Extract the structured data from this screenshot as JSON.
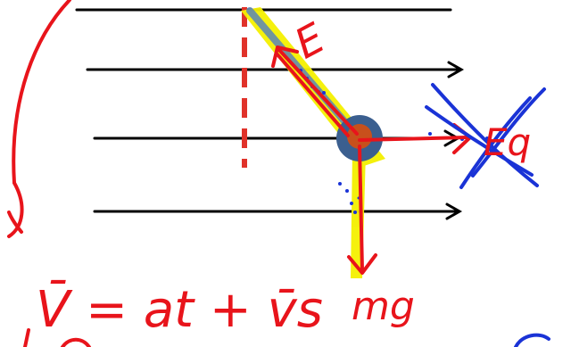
{
  "labels": {
    "tension": "E",
    "electric_force": "Eq",
    "gravity": "mg",
    "velocity_equation": "V̄ = at + v̄s"
  },
  "colors": {
    "field_lines": "#000000",
    "ink_red": "#e8141b",
    "ink_blue": "#1a33d6",
    "string_highlight": "#f4f000",
    "string": "#5b86b8",
    "charge_outer": "#3b5f8f",
    "charge_inner": "#c8501c"
  }
}
